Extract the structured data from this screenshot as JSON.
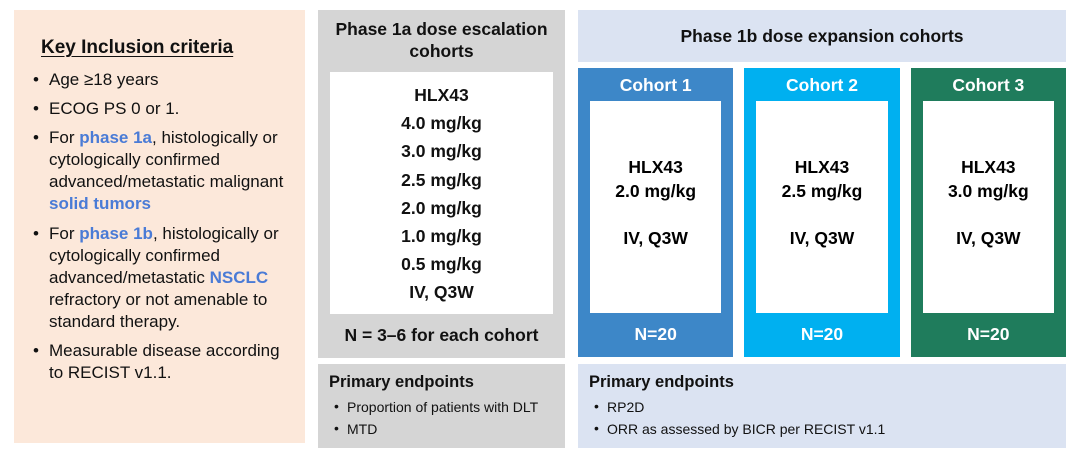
{
  "inclusion": {
    "title": "Key Inclusion criteria",
    "bullets": [
      {
        "segments": {
          "s0": "Age ≥18 years"
        }
      },
      {
        "segments": {
          "s0": "ECOG PS 0 or 1."
        }
      },
      {
        "segments": {
          "s0": "For ",
          "s1": "phase 1a",
          "s2": ", histologically or cytologically confirmed advanced/metastatic malignant ",
          "s3": "solid tumors"
        }
      },
      {
        "segments": {
          "s0": "For ",
          "s1": "phase 1b",
          "s2": ", histologically or cytologically confirmed advanced/metastatic ",
          "s3": "NSCLC",
          "s4": " refractory or not amenable to standard therapy."
        }
      },
      {
        "segments": {
          "s0": "Measurable disease according to RECIST v1.1."
        }
      }
    ],
    "colors": {
      "bg": "#fce8da",
      "highlight": "#4a7bd6"
    }
  },
  "phase1a": {
    "title": "Phase 1a dose escalation cohorts",
    "drug": "HLX43",
    "doses": [
      "4.0 mg/kg",
      "3.0 mg/kg",
      "2.5 mg/kg",
      "2.0 mg/kg",
      "1.0 mg/kg",
      "0.5 mg/kg"
    ],
    "route": "IV, Q3W",
    "cohort_size_note": "N = 3–6 for each cohort",
    "endpoints": {
      "title": "Primary endpoints",
      "items": [
        "Proportion of patients with DLT",
        "MTD"
      ]
    },
    "colors": {
      "bg": "#d5d5d5"
    }
  },
  "phase1b": {
    "title": "Phase 1b dose expansion cohorts",
    "cohorts": [
      {
        "label": "Cohort 1",
        "drug": "HLX43",
        "dose": "2.0 mg/kg",
        "route": "IV, Q3W",
        "n": "N=20",
        "color": "#3d87c8"
      },
      {
        "label": "Cohort 2",
        "drug": "HLX43",
        "dose": "2.5 mg/kg",
        "route": "IV, Q3W",
        "n": "N=20",
        "color": "#00b0f0"
      },
      {
        "label": "Cohort 3",
        "drug": "HLX43",
        "dose": "3.0 mg/kg",
        "route": "IV, Q3W",
        "n": "N=20",
        "color": "#1f7c5c"
      }
    ],
    "endpoints": {
      "title": "Primary endpoints",
      "items": [
        "RP2D",
        "ORR as assessed by BICR per RECIST v1.1"
      ]
    },
    "colors": {
      "bg": "#dbe3f2"
    }
  }
}
